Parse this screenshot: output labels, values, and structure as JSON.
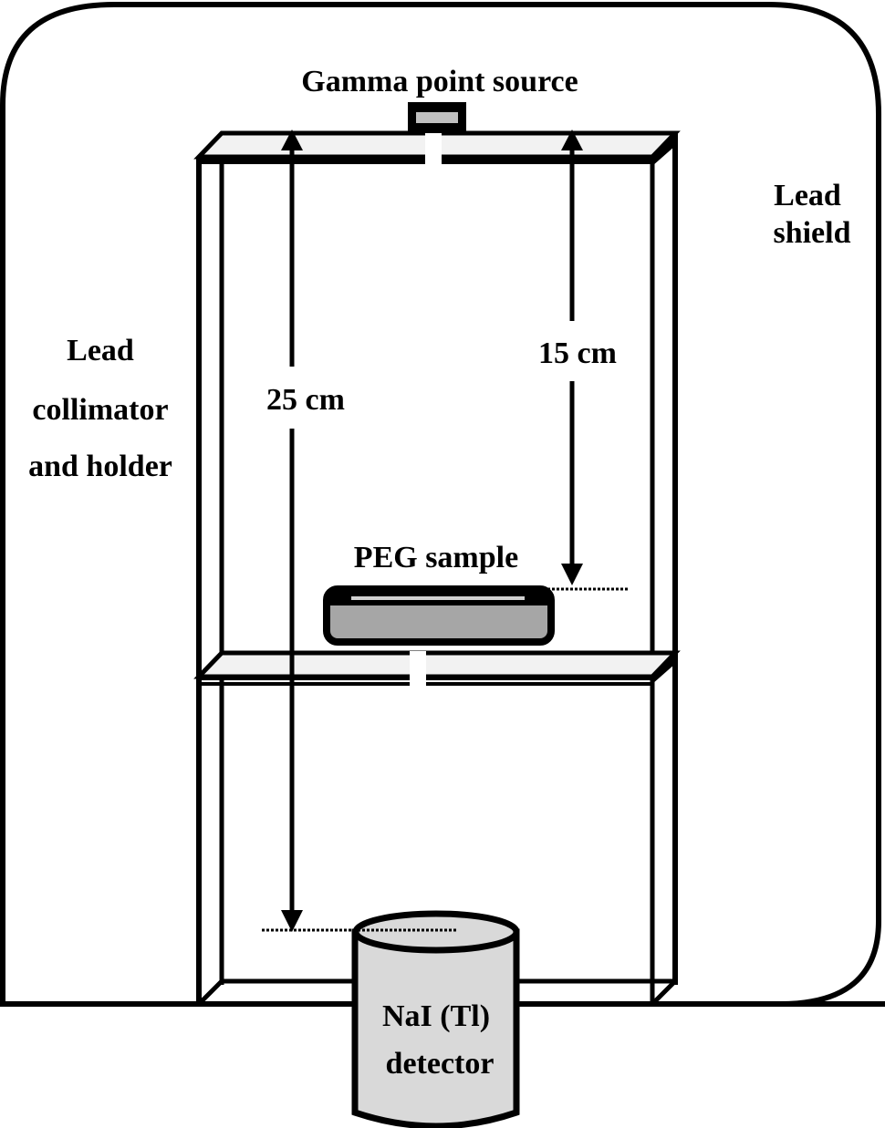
{
  "diagram": {
    "type": "experimental-setup",
    "labels": {
      "source": "Gamma point source",
      "shield_line1": "Lead",
      "shield_line2": "shield",
      "collimator_line1": "Lead",
      "collimator_line2": "collimator",
      "collimator_line3": "and holder",
      "distance_total": "25 cm",
      "distance_sample": "15 cm",
      "sample": "PEG sample",
      "detector_line1": "NaI (Tl)",
      "detector_line2": "detector"
    },
    "colors": {
      "stroke": "#000000",
      "shelf_fill": "#f2f2f2",
      "sample_fill": "#a6a6a6",
      "detector_fill": "#d9d9d9",
      "source_fill": "#c0c0c0",
      "background": "#ffffff"
    }
  }
}
